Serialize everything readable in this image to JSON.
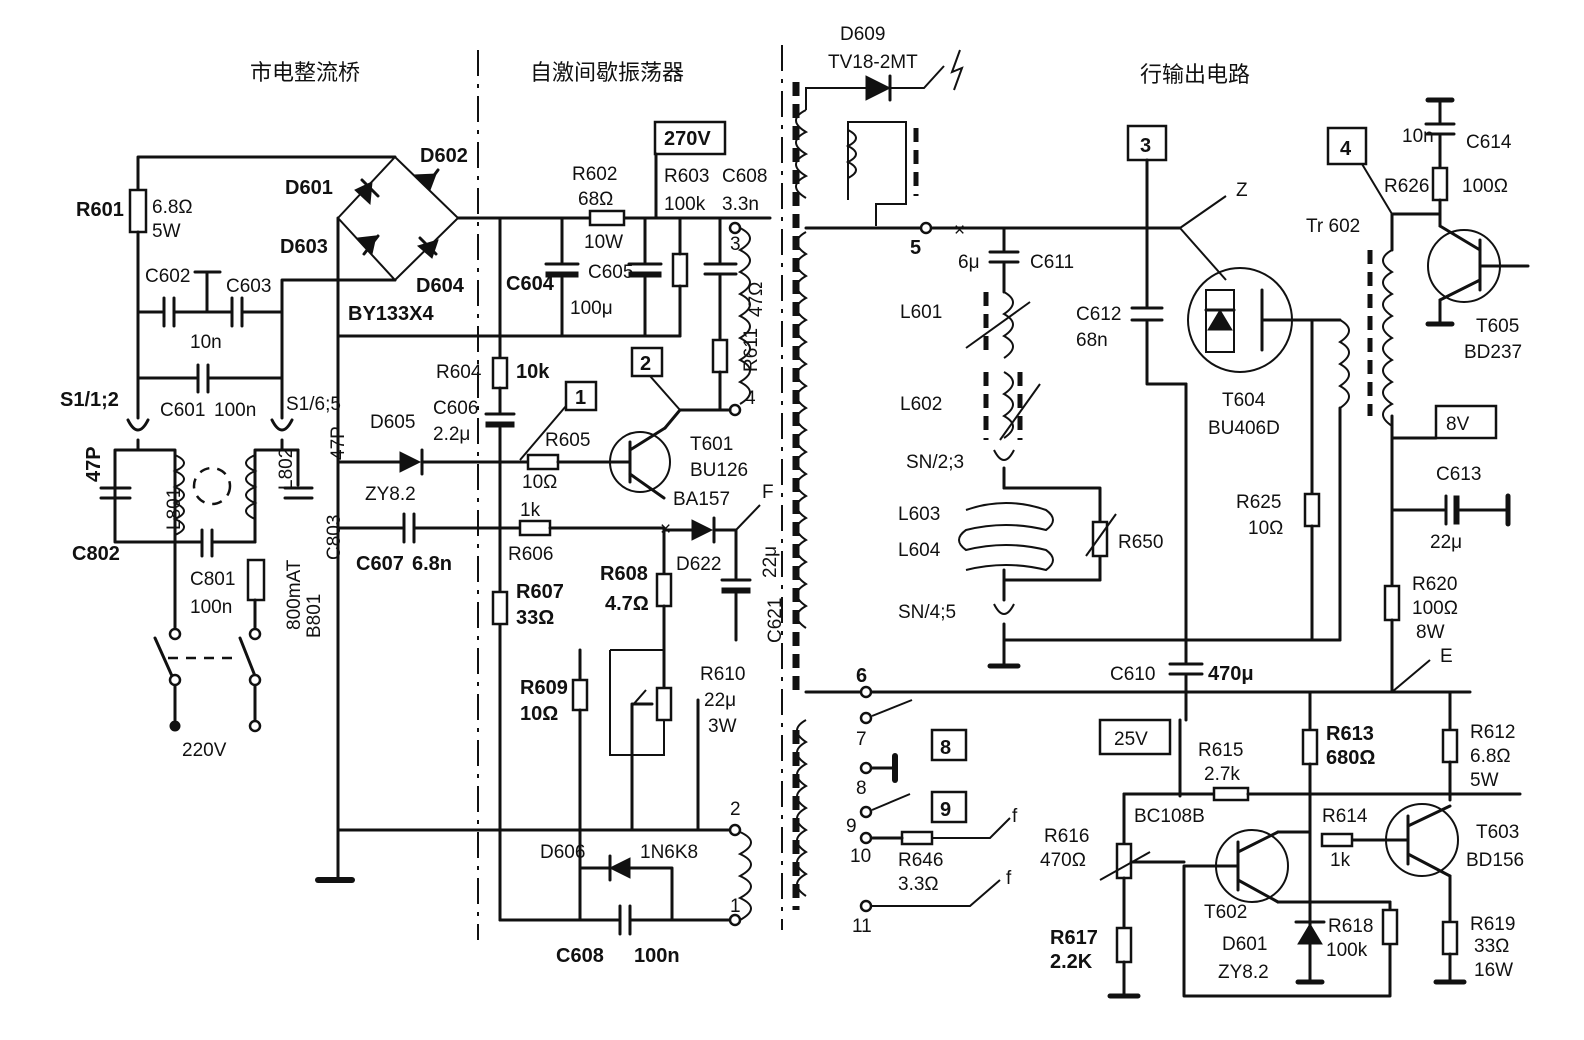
{
  "sections": {
    "bridge": "市电整流桥",
    "oscillator": "自激间歇振荡器",
    "hout": "行输出电路"
  },
  "boxes": {
    "v270": "270V",
    "b3": "3",
    "b4": "4",
    "b2": "2",
    "b1": "1",
    "b8": "8",
    "b9": "9",
    "v8": "8V",
    "v25": "25V"
  },
  "mains": {
    "r601": "R601",
    "r601v": "6.8Ω",
    "r601w": "5W",
    "d601": "D601",
    "d602": "D602",
    "d603": "D603",
    "d604": "D604",
    "by": "BY133X4",
    "c602": "C602",
    "c603": "C603",
    "c602v": "10n",
    "c601": "C601",
    "c601v": "100n",
    "s1a": "S1/1;2",
    "s1b": "S1/6;5",
    "c802v": "47P",
    "c802": "C802",
    "l801": "L801",
    "l802": "L802",
    "c803v": "47P",
    "c803": "C803",
    "c801": "C801",
    "c801v": "100n",
    "fuse": "800mAT",
    "b801": "B801",
    "v220": "220V"
  },
  "osc": {
    "r602": "R602",
    "r602v": "68Ω",
    "r602w": "10W",
    "r603": "R603",
    "r603v": "100k",
    "c608t": "C608",
    "c608tv": "3.3n",
    "c604": "C604",
    "c605": "C605",
    "c605v": "100μ",
    "r604": "R604",
    "r604v": "10k",
    "c606": "C606",
    "c606v": "2.2μ",
    "d605": "D605",
    "zy": "ZY8.2",
    "r605": "R605",
    "r605v": "10Ω",
    "t601": "T601",
    "t601v": "BU126",
    "r611": "R611",
    "r611v": "47Ω",
    "ba": "BA157",
    "f": "F",
    "d622": "D622",
    "c621v": "22μ",
    "c621": "C621",
    "c607": "C607",
    "c607v": "6.8n",
    "r606": "R606",
    "r606v": "1k",
    "r607": "R607",
    "r607v": "33Ω",
    "r608": "R608",
    "r608v": "4.7Ω",
    "r609": "R609",
    "r609v": "10Ω",
    "r610": "R610",
    "r610v": "22μ",
    "r610w": "3W",
    "d606": "D606",
    "d606v": "1N6K8",
    "c608": "C608",
    "c608v": "100n",
    "p3": "3",
    "p4": "4",
    "p2": "2",
    "p1": "1"
  },
  "tr": {
    "d609": "D609",
    "tv": "TV18-2MT",
    "p5": "5",
    "p6": "6",
    "p7": "7",
    "p8": "8",
    "p9": "9",
    "p10": "10",
    "p11": "11",
    "r646": "R646",
    "r646v": "3.3Ω",
    "f1": "f",
    "f2": "f"
  },
  "hout": {
    "c611v": "6μ",
    "c611": "C611",
    "l601": "L601",
    "l602": "L602",
    "sn23": "SN/2;3",
    "l603": "L603",
    "l604": "L604",
    "r650": "R650",
    "sn45": "SN/4;5",
    "c612": "C612",
    "c612v": "68n",
    "z": "Z",
    "t604": "T604",
    "t604v": "BU406D",
    "r625": "R625",
    "r625v": "10Ω",
    "c610": "C610",
    "c610v": "470μ",
    "tr602": "Tr 602",
    "c614v": "10n",
    "c614": "C614",
    "r626": "R626",
    "r626v": "100Ω",
    "t605": "T605",
    "t605v": "BD237",
    "c613": "C613",
    "c613v": "22μ",
    "r620": "R620",
    "r620v": "100Ω",
    "r620w": "8W",
    "e": "E",
    "r612": "R612",
    "r612v": "6.8Ω",
    "r612w": "5W",
    "r615": "R615",
    "r615v": "2.7k",
    "r613": "R613",
    "r613v": "680Ω",
    "bc": "BC108B",
    "r614": "R614",
    "r614v": "1k",
    "t603": "T603",
    "t603v": "BD156",
    "r616": "R616",
    "r616v": "470Ω",
    "t602": "T602",
    "r617": "R617",
    "r617v": "2.2K",
    "d601": "D601",
    "d601v": "ZY8.2",
    "r618": "R618",
    "r618v": "100k",
    "r619": "R619",
    "r619v": "33Ω",
    "r619w": "16W"
  }
}
